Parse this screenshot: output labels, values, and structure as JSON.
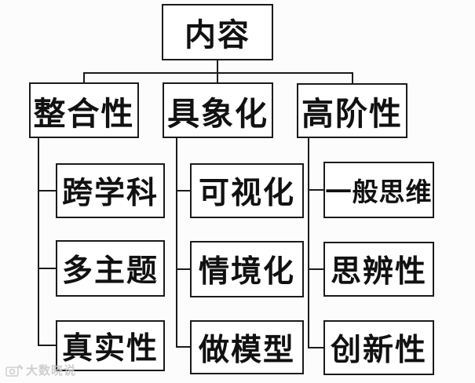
{
  "diagram": {
    "root": {
      "label": "内容"
    },
    "branches": [
      {
        "label": "整合性",
        "children": [
          "跨学科",
          "多主题",
          "真实性"
        ]
      },
      {
        "label": "具象化",
        "children": [
          "可视化",
          "情境化",
          "做模型"
        ]
      },
      {
        "label": "高阶性",
        "children": [
          "一般思维",
          "思辨性",
          "创新性"
        ]
      }
    ]
  },
  "watermark": {
    "icon": "camera-icon",
    "text": "大数晓说"
  },
  "colors": {
    "background": "#fcfcfc",
    "box_border": "#1b1b1b",
    "text": "#111111",
    "watermark": "#c7c7c7"
  }
}
